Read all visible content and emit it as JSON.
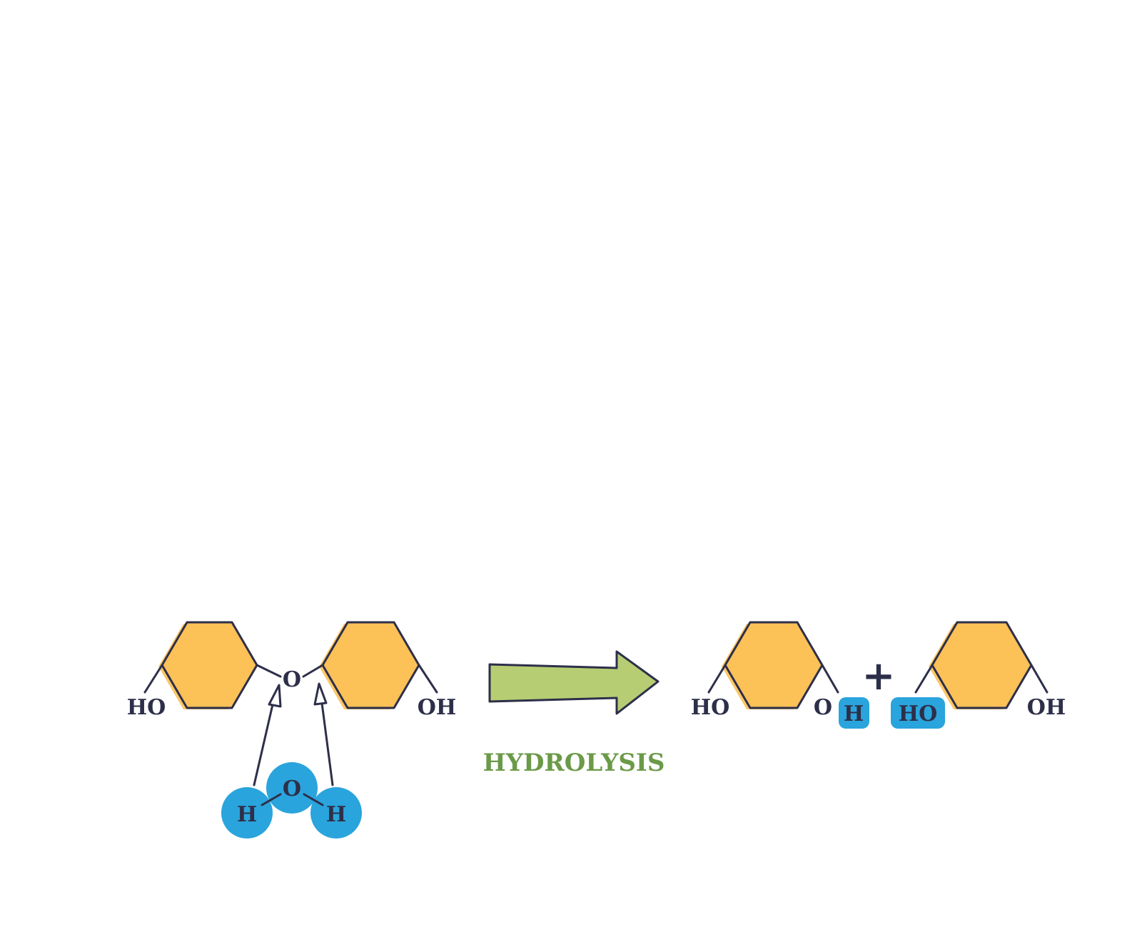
{
  "diagram": {
    "reactant": {
      "left_group": "HO",
      "bridge_oxygen": "O",
      "right_group": "OH"
    },
    "water": {
      "oxygen": "O",
      "hydrogen_left": "H",
      "hydrogen_right": "H"
    },
    "reaction_label": "HYDROLYSIS",
    "product_1": {
      "left_group": "HO",
      "right_oxygen": "O",
      "added_hydrogen": "H"
    },
    "plus_sign": "+",
    "product_2": {
      "added_group": "HO",
      "right_group": "OH"
    },
    "colors": {
      "ring_fill": "#fcc157",
      "outline": "#2d2f4a",
      "water_blue": "#2aa4dc",
      "arrow_green": "#b6cd73",
      "label_green": "#6b9a48"
    }
  }
}
